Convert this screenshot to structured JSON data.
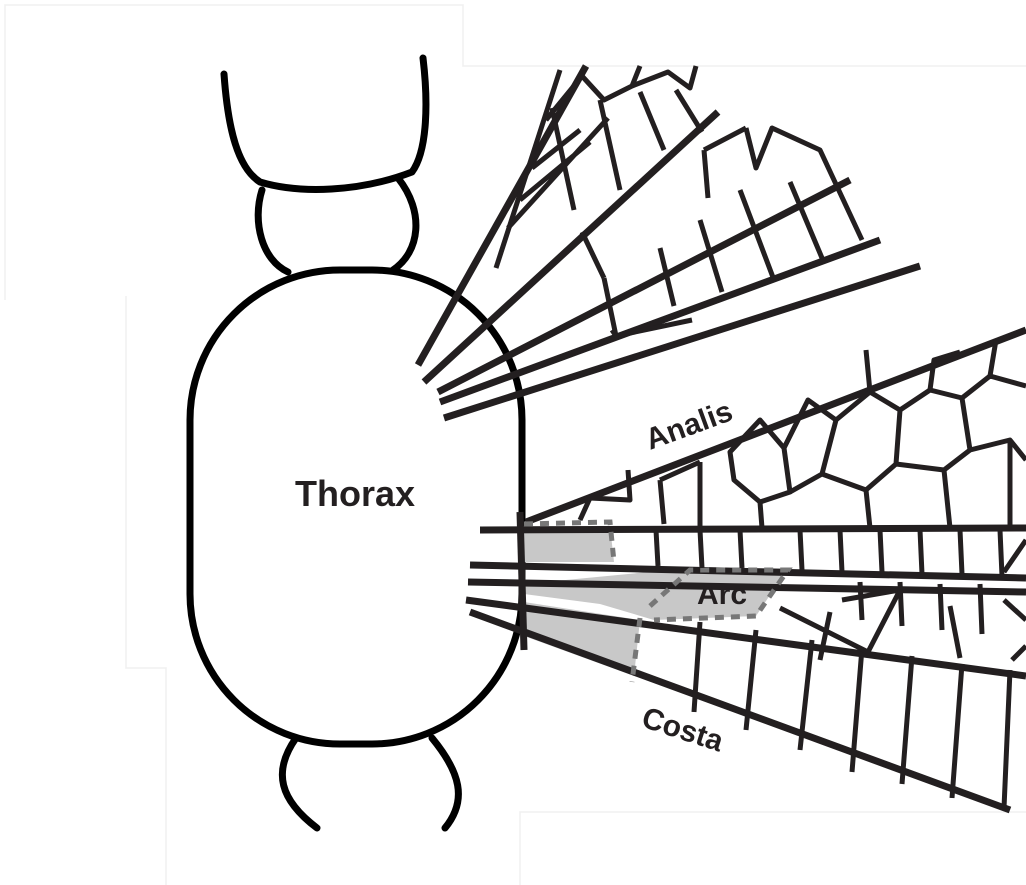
{
  "labels": {
    "thorax": "Thorax",
    "analis": "Analis",
    "arc": "Arc",
    "costa": "Costa"
  },
  "colors": {
    "line": "#231f20",
    "fill_highlight": "#c8c8c8",
    "dashed_border": "#777777",
    "background": "#ffffff"
  }
}
